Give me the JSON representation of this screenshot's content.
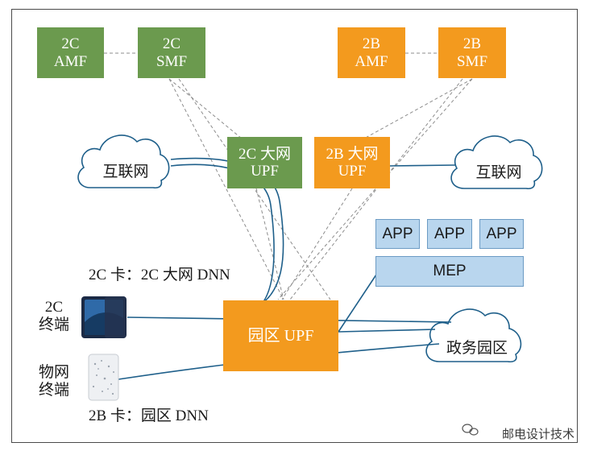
{
  "top_nodes": {
    "c_amf": "2C\nAMF",
    "c_smf": "2C\nSMF",
    "b_amf": "2B\nAMF",
    "b_smf": "2B\nSMF"
  },
  "upf_nodes": {
    "c_upf": "2C 大网\nUPF",
    "b_upf": "2B 大网\nUPF",
    "park_upf": "园区 UPF"
  },
  "clouds": {
    "internet_left": "互联网",
    "internet_right": "互联网",
    "gov_park": "政务园区"
  },
  "mec": {
    "apps": [
      "APP",
      "APP",
      "APP"
    ],
    "mep": "MEP"
  },
  "labels": {
    "dnn_2c": "2C 卡：2C 大网 DNN",
    "dnn_2b": "2B 卡：园区 DNN",
    "terminal_2c": "2C\n终端",
    "terminal_iot": "物网\n终端"
  },
  "watermark": "邮电设计技术",
  "colors": {
    "green": "#6b9a4e",
    "orange": "#f39a1e",
    "line_blue": "#1e5f8a",
    "dashed_gray": "#8c8c8c",
    "app_fill": "#b9d6ee"
  }
}
